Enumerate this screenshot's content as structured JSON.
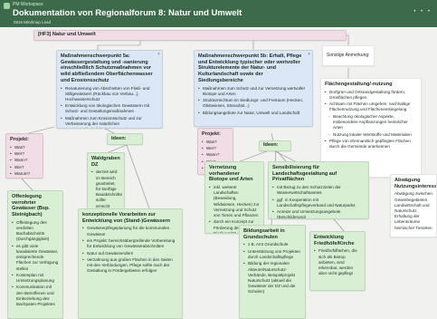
{
  "header": {
    "app_name": "PM Workspace",
    "title": "Dokumentation von Regionalforum 8: Natur und Umwelt",
    "subtitle": "0815 Mindmap Lead",
    "more": "• • •"
  },
  "root": {
    "label": "[HF3] Natur und Umwelt"
  },
  "left_main": {
    "title": "Maßnahmenschwerpunkt 5a: Gewässergestaltung und -sanierung einschließlich Schutzmaßnahmen vor wild abfließendem Oberflächenwasser und Erosionsschutz",
    "items": [
      "Renaturierung von Abschnitten von Fließ- und Stillgewässern (Rückbau von Verbau...), Hochwasserschutz",
      "Entwicklung von ökologischen Gewässern mit Schutz- und Gestaltungsmaßnahmen",
      "Maßnahmen zum Erosionsschutz und zur Verbesserung der natürlichen Wasserrückhaltefähigkeit der Böden"
    ]
  },
  "right_main": {
    "title": "Maßnahmenschwerpunkt 5b: Erhalt, Pflege und Entwicklung typischer oder wertvoller Strukturelemente der Natur- und Kulturlandschaft sowie der Siedlungsbereiche",
    "items": [
      "Maßnahmen zum Schutz und zur Vernetzung wertvoller Biotope und Arten",
      "Strukturreichtum im Siedlungs- und Freiraum (Hecken, Obstwiesen, Streuobst...)",
      "Bildungsangebote zur Natur, Umwelt und Landschaft"
    ]
  },
  "sonstige": {
    "label": "Sonstige Anmerkung:"
  },
  "flaechen": {
    "title": "Flächengestaltung/-nutzung",
    "items": [
      "Dorfgrün und Ortsrandgestaltung fördern, Grünflächen pflegen",
      "Achtsam mit Flächen umgehen: nachhaltige Flächennutzung und Flächenentsiegelung",
      "Beachtung ökologischer Aspekte, insbesondere Anpflanzungen heimischer Arten",
      "Nutzung lokaler Wertstoffe und Materialien",
      "Pflege von ehrenamtlich gepflegten Flächen durch die Gemeinde anerkennen"
    ]
  },
  "abwaegung": {
    "title": "Abwägung Nutzungsinteressen",
    "items": [
      "Abwägung zwischen Gewerbegebieten, Landwirtschaft und Naturschutz, Erhaltung der Lebensräume heimischer Tierarten"
    ]
  },
  "projekt_left": {
    "title": "Projekt:",
    "items": [
      "Was?",
      "Wer?",
      "Wann?",
      "Wie?",
      "Warum?"
    ]
  },
  "ideen_left": {
    "title": "Ideen:"
  },
  "projekt_right": {
    "title": "Projekt:",
    "items": [
      "Was?",
      "Wer?",
      "Wann?",
      "Wie?",
      "Warum?"
    ]
  },
  "ideen_right": {
    "title": "Ideen:"
  },
  "offenlegung": {
    "title": "Offenlegung verrohrter Gewässer (Bsp. Steinigbach)",
    "items": [
      "Offenlegung des verdolten Bachabschnitts (Durchgängigkeit)",
      "es gibt viele kanalisierte Gewässer, entsprechende Flächen zur Verfügung stellen",
      "Kostenplan mit Umsetzungsplanung",
      "Kommunikation mit den Betroffenen und Einbeziehung des Bachpaten-Projektes"
    ]
  },
  "waldgraben": {
    "title": "Waldgraben DZ",
    "items": [
      "derzeit wird im Bereich gearbeitet, für künftige Bauabschnitte sollte erreicht werden, dass die natürlichen Materialien verwendet werden können."
    ]
  },
  "konzept": {
    "title": "konzeptionelle Vorarbeiten zur Entwicklung von (Stand-)Gewässern",
    "items": [
      "Gewässerpflegeplanung für die kommunalen Gewässer",
      "ein Projekt: bereichsübergreifende Vorbereitung für Entwicklung von Gewässerabschnitten",
      "Natur auf Gewässerufern",
      "Verzahnung aus großen Flächen in den Seiten mit den Verbindungen, Pflege sollte nach der Gestaltung in Fördergebieten erfolgen"
    ]
  },
  "vernetzung": {
    "title": "Vernetzung vorhandener Biotope und Arten",
    "items": [
      "inkl. weiterer Landschaften (Beweidung, Wildwiesen, Hecken) zur Vernetzung und Schutz von Tieren und Pflanzen",
      "durch ein Konzept zur Förderung der Biodiversität"
    ]
  },
  "sensibilisierung": {
    "title": "Sensibilisierung für Landschaftsgestaltung auf Privatflächen",
    "items": [
      "mit Bezug zu den Schutzzielen der Wasserwirtschaftsamtes",
      "ggf. in Kooperation mit Landschaftspflegeverband und Naturparks",
      "Anreize und Umsetzungsangebote (Beschilderung)"
    ]
  },
  "bildung": {
    "title": "Bildungsarbeit in Grundschulen",
    "items": [
      "z.B. Amt Grundschule",
      "Unterstützung von Projekten durch Landschaftspflege",
      "Bildung der regionalen Akteure/Naturschutz-Verbände, Beispielprojekt Naturschutz (aktuell die Gewässer der DZ und die Schulen)"
    ]
  },
  "entwicklung": {
    "title": "Entwicklung Friedhöfe/Kirche",
    "items": [
      "Friedhofsflächen, die sich als Biotop anbieten, sind erkennbar, werden aber nicht gepflegt"
    ]
  }
}
